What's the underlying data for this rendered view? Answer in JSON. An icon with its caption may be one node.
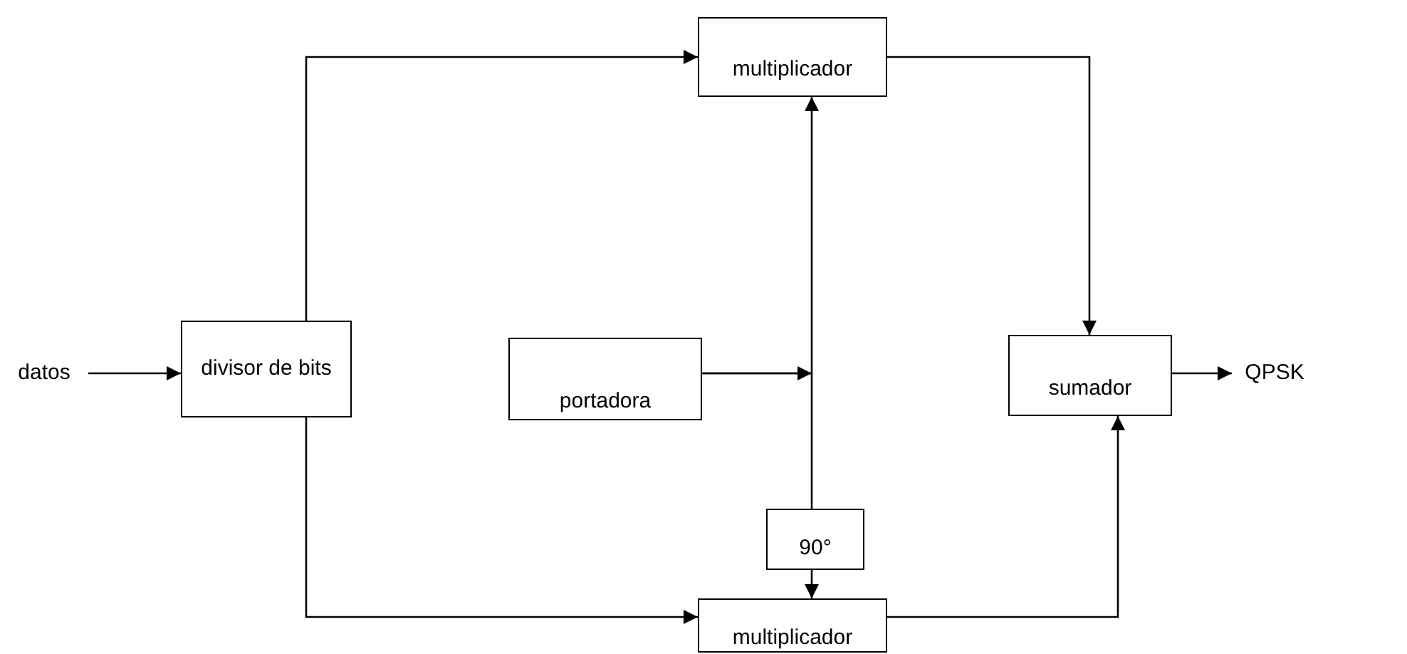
{
  "diagram": {
    "nodes": [
      {
        "text": [
          "datos"
        ]
      },
      {
        "text": [
          "divisor de bits"
        ]
      },
      {
        "text": [
          "multiplicador"
        ]
      },
      {
        "text": [
          "portadora"
        ]
      },
      {
        "text": [
          "sumador"
        ]
      },
      {
        "text": [
          "QPSK"
        ]
      },
      {
        "text": [
          "90°"
        ]
      },
      {
        "text": [
          "multiplicador"
        ]
      }
    ],
    "edges": [
      {
        "from": 0,
        "to": 1,
        "arrow": "to"
      },
      {
        "from": 1,
        "to": 2,
        "arrow": "to"
      },
      {
        "from": 1,
        "to": 7,
        "arrow": "to"
      },
      {
        "from": 3,
        "to": 2,
        "arrow": "to"
      },
      {
        "from": 3,
        "to": 6,
        "arrow": "to"
      },
      {
        "from": 2,
        "to": 4,
        "arrow": "to"
      },
      {
        "from": 7,
        "to": 4,
        "arrow": "to"
      },
      {
        "from": 4,
        "to": 5,
        "arrow": "to"
      },
      {
        "from": 6,
        "to": 7,
        "arrow": "to"
      }
    ]
  }
}
